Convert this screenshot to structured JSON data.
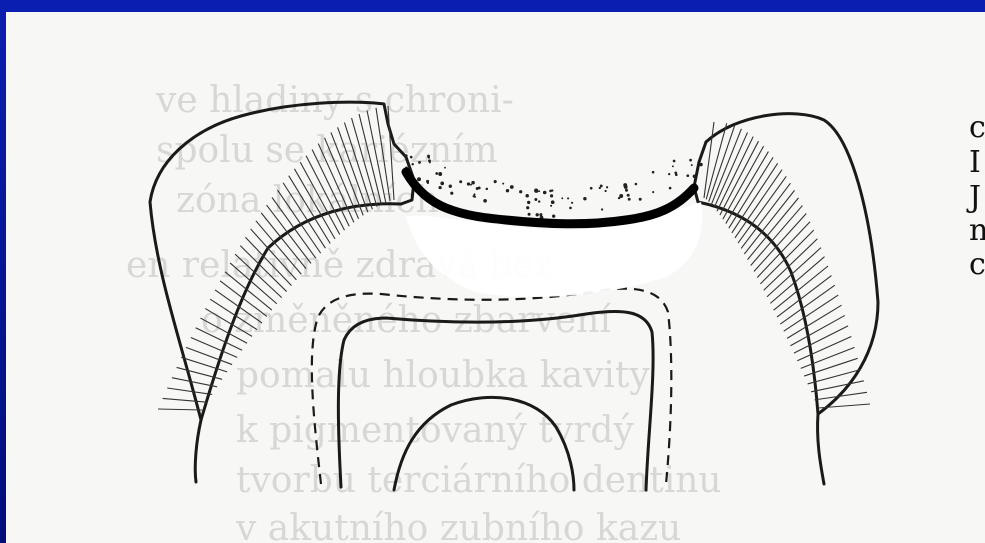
{
  "slide": {
    "background_color": "#0a1fb0",
    "scan_background": "#f7f7f5"
  },
  "diagram": {
    "subject": "tooth cross-section with occlusal caries cavity",
    "show_through_text": [
      "ve hladiny s chroni-",
      "spolu se kariézním",
      "zóna lokálních",
      "en relativně zdravá bez",
      "o změněného zbarvení",
      "pomalu hloubka kavity",
      "k pigmentovaný tvrdý",
      "tvorbu terciárního dentinu",
      "v akutního zubního kazu"
    ],
    "edge_letters": [
      "c",
      "I",
      "J",
      "n",
      "c"
    ]
  }
}
